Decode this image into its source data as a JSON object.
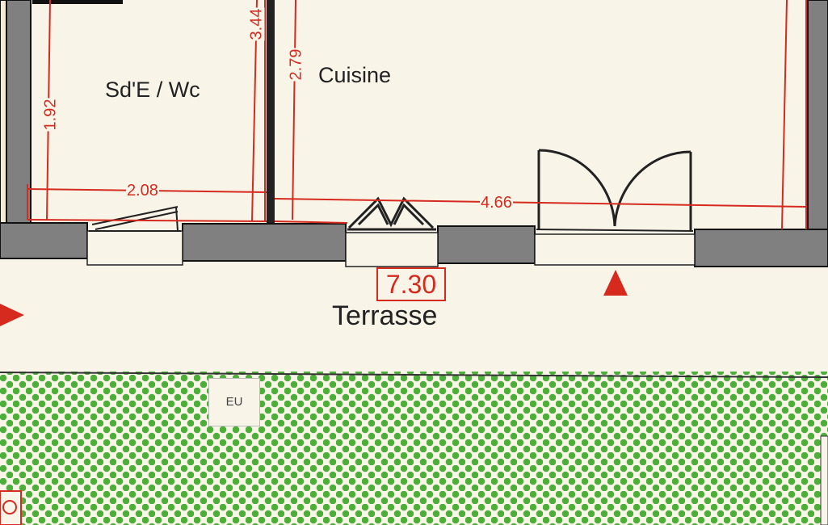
{
  "rooms": {
    "sde_wc": "Sd'E / Wc",
    "cuisine": "Cuisine",
    "terrasse": "Terrasse"
  },
  "dimensions": {
    "sde_height": "1.92",
    "sde_width": "2.08",
    "wall_left_height": "3.44",
    "cuisine_height": "2.79",
    "cuisine_width": "4.66"
  },
  "terrasse_area": "7.30",
  "eu_label": "EU",
  "colors": {
    "background": "#f9f4e8",
    "wall": "#808080",
    "dimension": "#d62a1e",
    "garden_dot": "#4caf3a"
  }
}
